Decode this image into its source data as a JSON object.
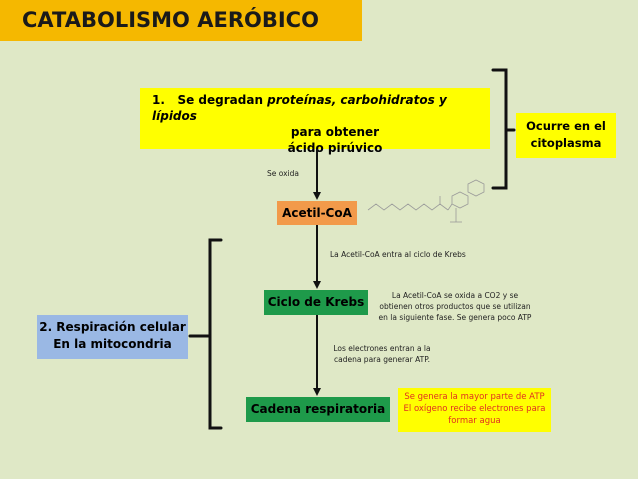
{
  "title": "CATABOLISMO AERÓBICO",
  "step1": {
    "number": "1.",
    "line1_pre": "Se degradan ",
    "line1_em": "proteínas, carbohidratos y lípidos",
    "line2": "para obtener",
    "line3": "ácido pirúvico"
  },
  "citoplasma": [
    "Ocurre en el",
    "citoplasma"
  ],
  "respiracion": [
    "2. Respiración celular",
    "En la mitocondria"
  ],
  "notes": {
    "oxida": "Se oxida",
    "ciclo": "La Acetil-CoA entra al ciclo de Krebs",
    "krebs": [
      "La Acetil-CoA se oxida a CO2 y se",
      "obtienen otros productos que se utilizan",
      "en la siguiente fase. Se genera poco ATP"
    ],
    "electrones": [
      "Los electrones entran a la",
      "cadena para generar ATP."
    ]
  },
  "boxes": {
    "acetil": "Acetil-CoA",
    "krebs": "Ciclo de Krebs",
    "cadena": "Cadena respiratoria"
  },
  "final": [
    "Se genera la mayor parte de ATP",
    "El oxígeno recibe electrones para",
    "formar agua"
  ],
  "colors": {
    "background": "#dfe8c6",
    "title_bg": "#f5b800",
    "yellow": "#ffff00",
    "orange": "#f29a4a",
    "green": "#1e9a4a",
    "blue": "#9ab8e4",
    "red_text": "#e03020"
  }
}
